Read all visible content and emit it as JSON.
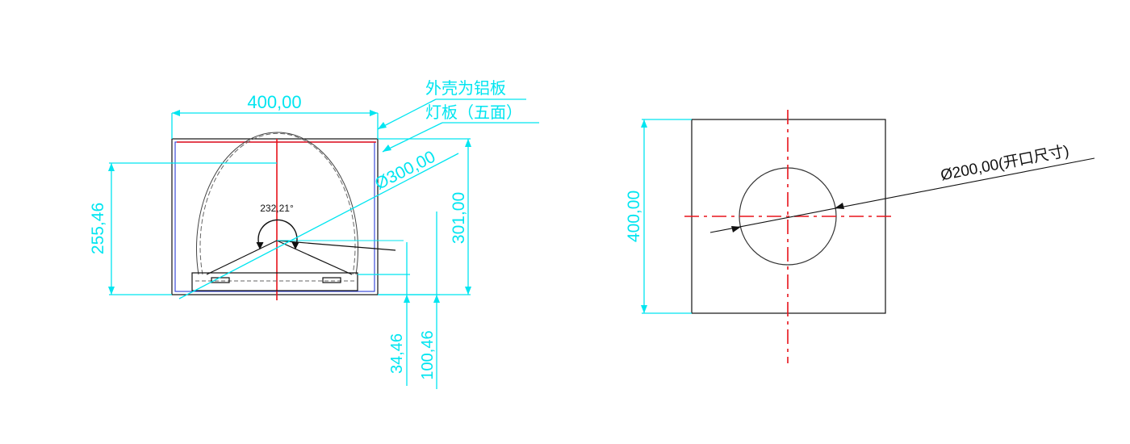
{
  "drawing": {
    "front_view": {
      "width_label": "400,00",
      "height_outer_label": "301,00",
      "height_center_label": "255,46",
      "diameter_label": "Ø300,00",
      "angle_label": "232,21°",
      "offset_small_label": "34,46",
      "offset_large_label": "100,46",
      "note_shell": "外壳为铝板",
      "note_panel": "灯板（五面）"
    },
    "top_view": {
      "side_label": "400,00",
      "opening_label": "Ø200,00(开口尺寸)"
    }
  },
  "colors": {
    "dimension": "#00e5f0",
    "centerline": "#e8131b",
    "outline": "#111111"
  }
}
